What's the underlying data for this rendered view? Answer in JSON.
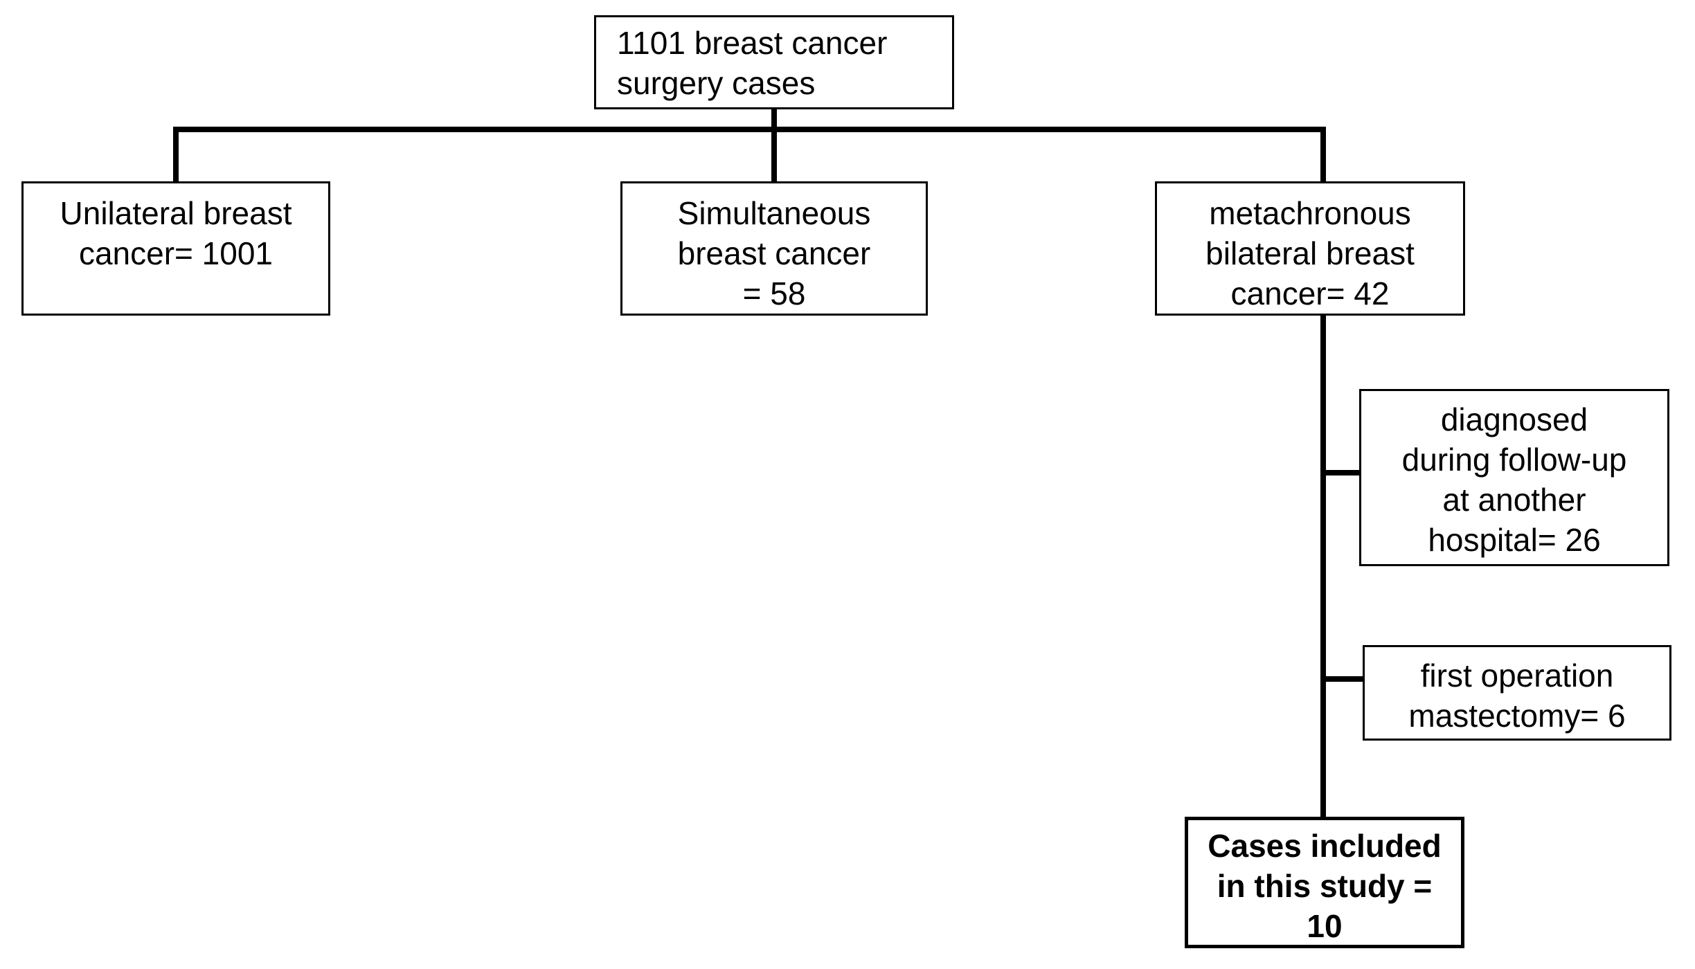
{
  "diagram": {
    "description": "Breast cancer surgery case selection flowchart",
    "nodes": {
      "root": {
        "lines": [
          "1101 breast cancer",
          "surgery cases"
        ]
      },
      "unilateral": {
        "lines": [
          "Unilateral breast",
          "cancer= 1001"
        ]
      },
      "simultaneous": {
        "lines": [
          "Simultaneous",
          "breast cancer",
          "= 58"
        ]
      },
      "metachronous": {
        "lines": [
          "metachronous",
          "bilateral breast",
          "cancer= 42"
        ]
      },
      "followup": {
        "lines": [
          "diagnosed",
          "during follow-up",
          "at another",
          "hospital= 26"
        ]
      },
      "mastectomy": {
        "lines": [
          "first operation",
          "mastectomy= 6"
        ]
      },
      "included": {
        "lines": [
          "Cases included",
          "in this study =",
          "10"
        ]
      }
    },
    "colors": {
      "line": "#000000",
      "background": "#ffffff",
      "text": "#000000"
    }
  }
}
